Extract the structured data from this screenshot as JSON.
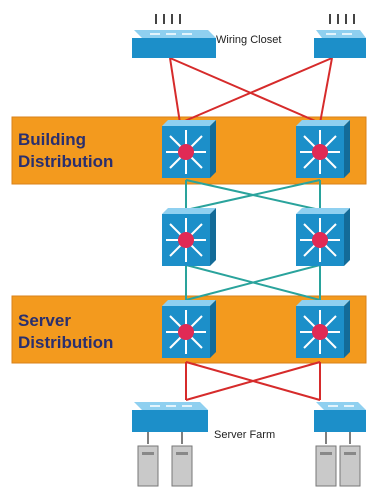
{
  "top_label": "Wiring Closet",
  "building_label_line1": "Building",
  "building_label_line2": "Distribution",
  "server_label_line1": "Server",
  "server_label_line2": "Distribution",
  "bottom_label": "Server Farm",
  "colors": {
    "band": "#f39a1e",
    "switch": "#1c8fc9",
    "red_link": "#d62b2b",
    "teal_link": "#2aa39c",
    "server": "#c9c9c9"
  },
  "icons": {
    "access_switch": "workgroup-switch-icon",
    "multilayer_switch": "multilayer-switch-icon",
    "server": "server-icon"
  }
}
